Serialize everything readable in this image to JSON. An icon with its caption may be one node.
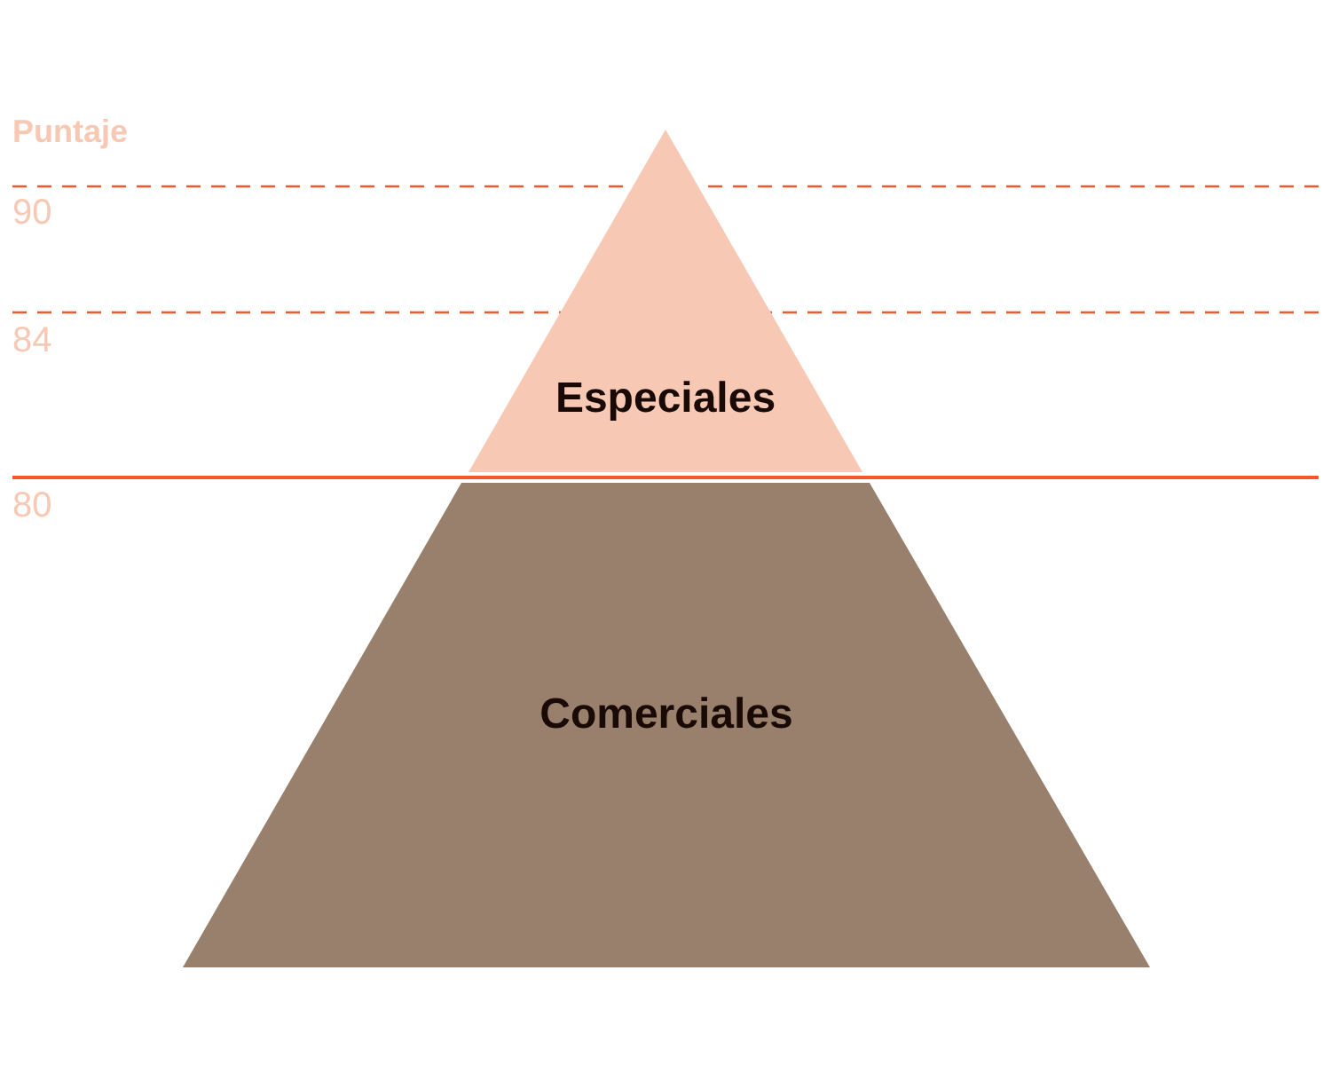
{
  "diagram": {
    "nodes": [
      {
        "text": [
          "Especiales"
        ]
      },
      {
        "text": [
          "Comerciales"
        ]
      }
    ],
    "labels": [
      "Puntaje",
      "90",
      "84",
      "80"
    ]
  }
}
